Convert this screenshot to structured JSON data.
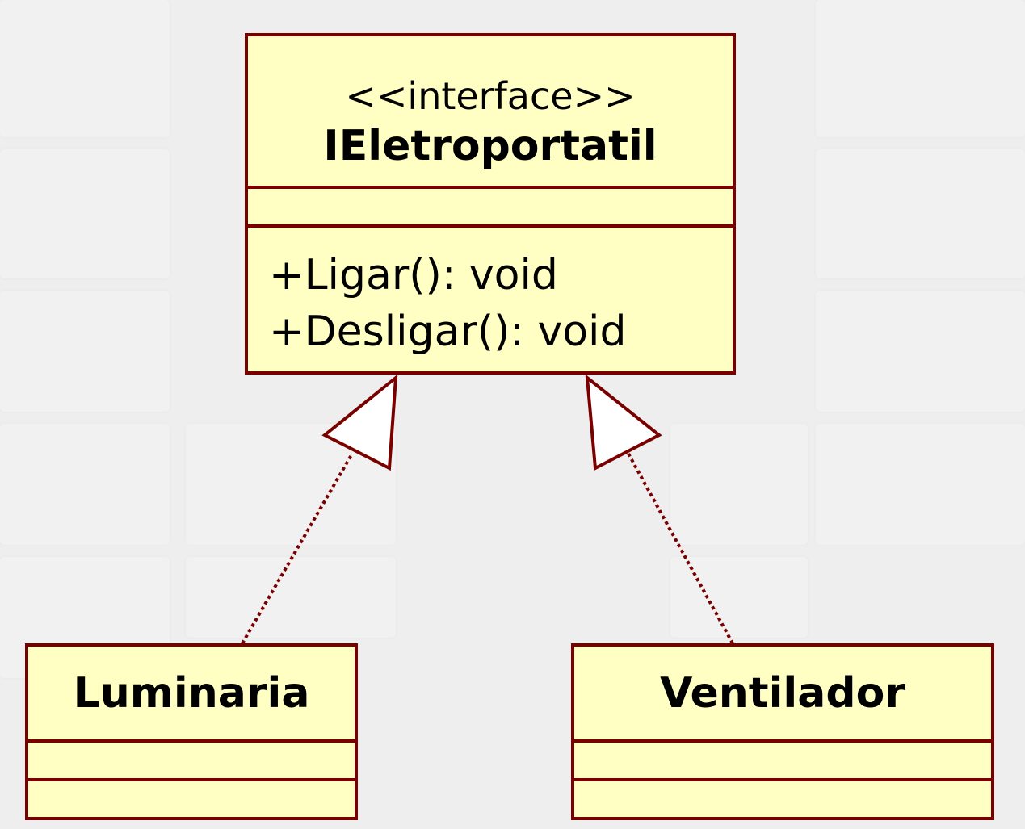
{
  "diagram": {
    "interface": {
      "stereotype": "<<interface>>",
      "name": "IEletroportatil",
      "attributes": [],
      "operations": [
        "+Ligar(): void",
        "+Desligar(): void"
      ]
    },
    "classes": [
      {
        "name": "Luminaria",
        "attributes": [],
        "operations": []
      },
      {
        "name": "Ventilador",
        "attributes": [],
        "operations": []
      }
    ],
    "relationships": [
      {
        "type": "realization",
        "from": "Luminaria",
        "to": "IEletroportatil"
      },
      {
        "type": "realization",
        "from": "Ventilador",
        "to": "IEletroportatil"
      }
    ],
    "colors": {
      "border": "#7a0000",
      "fill": "#ffffc3",
      "background": "#eeeeee"
    }
  }
}
